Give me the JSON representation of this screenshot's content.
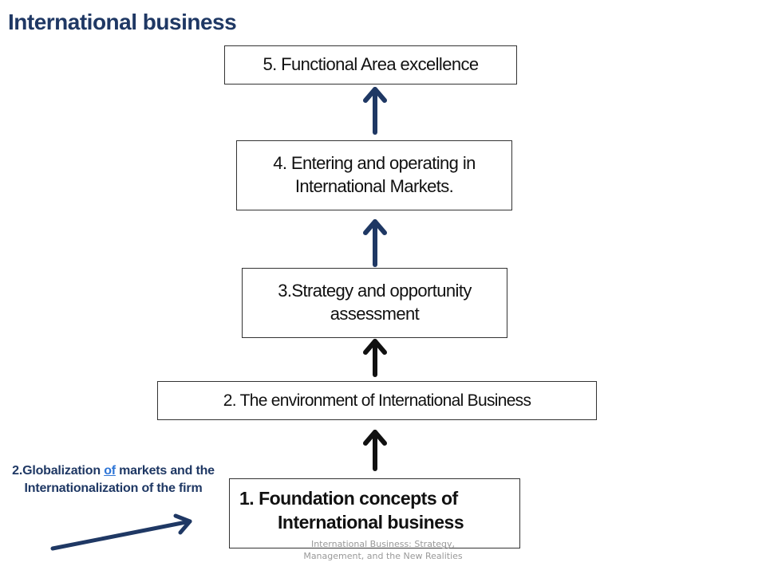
{
  "title": "International business",
  "boxes": {
    "box5": "5. Functional Area excellence",
    "box4_line1": "4. Entering and operating in",
    "box4_line2": "International Markets.",
    "box3_line1": "3.Strategy and opportunity",
    "box3_line2": "assessment",
    "box2": "2. The environment of International Business",
    "box1_line1": "1.  Foundation concepts of",
    "box1_line2": "International business"
  },
  "side_note": {
    "part1": "2.Globalization ",
    "link": "of",
    "part2": " markets and the Internationalization of the firm"
  },
  "footer": {
    "line1": "International Business: Strategy,",
    "line2": "Management, and the New Realities"
  },
  "colors": {
    "title": "#1f3864",
    "arrow_navy": "#1f3864",
    "arrow_black": "#111111",
    "link": "#2e75d6"
  }
}
